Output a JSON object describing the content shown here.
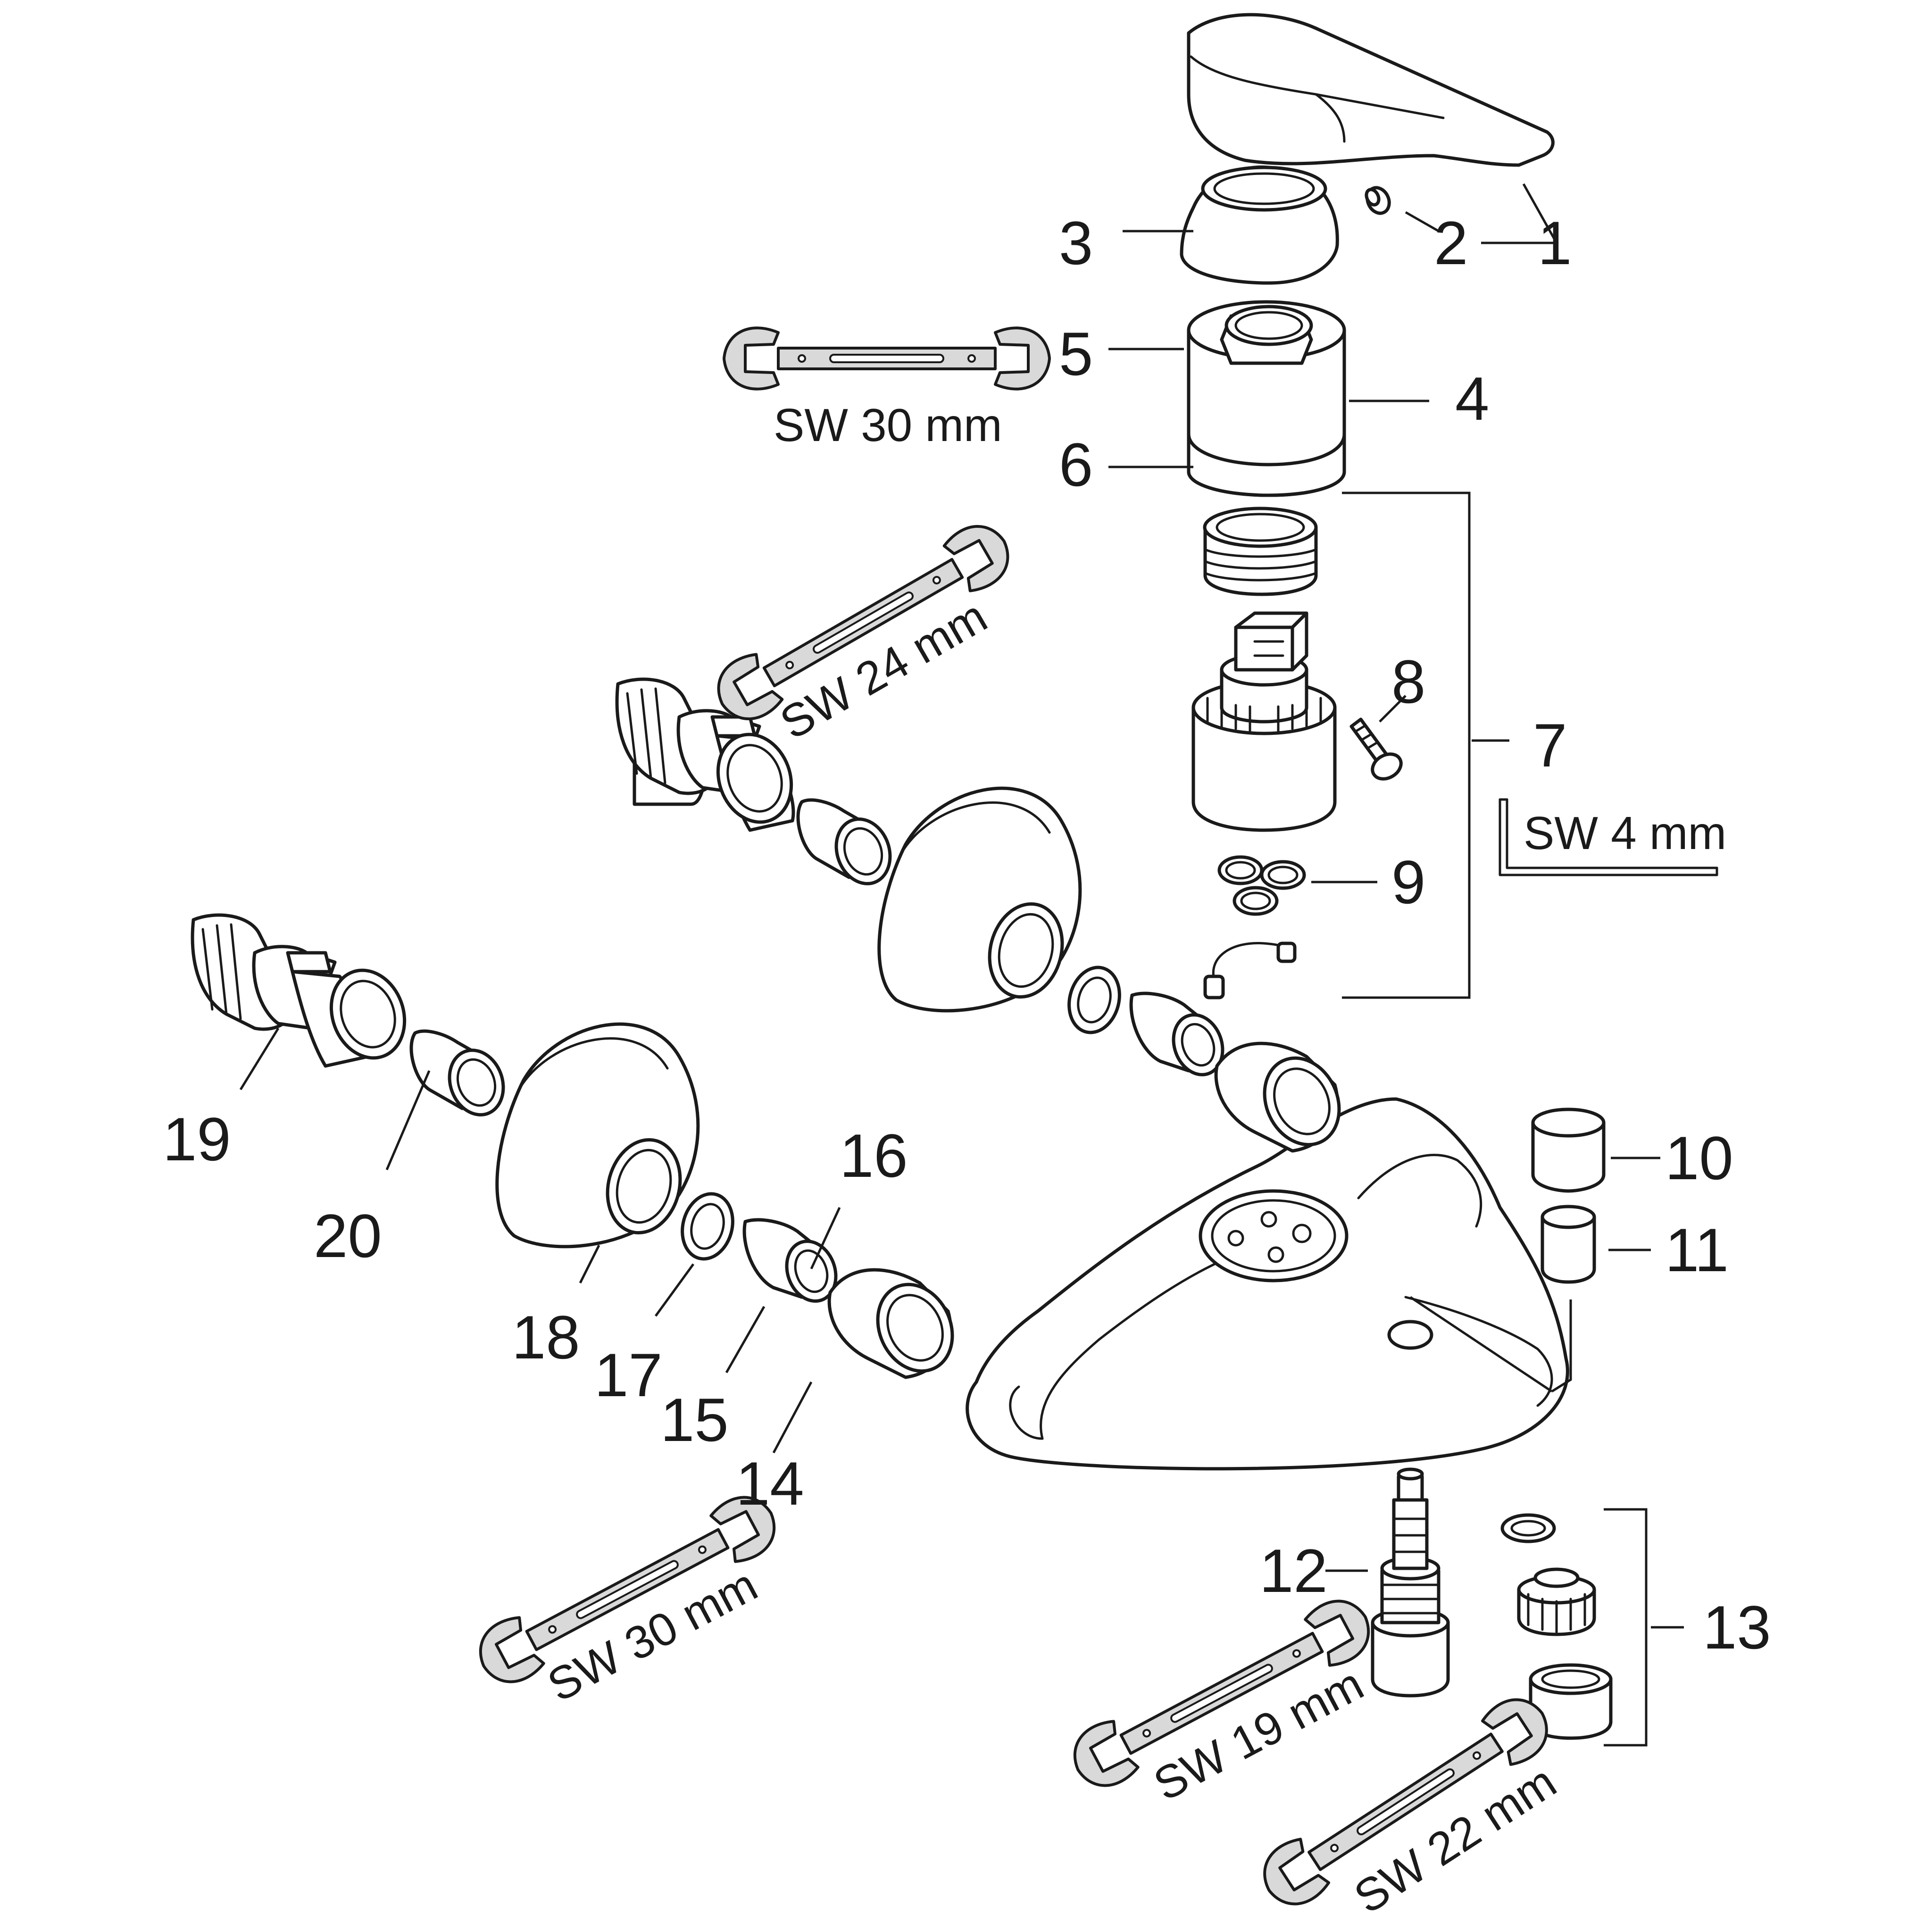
{
  "callouts": {
    "c1": "1",
    "c2": "2",
    "c3": "3",
    "c4": "4",
    "c5": "5",
    "c6": "6",
    "c7": "7",
    "c8": "8",
    "c9": "9",
    "c10": "10",
    "c11": "11",
    "c12": "12",
    "c13": "13",
    "c14": "14",
    "c15": "15",
    "c16": "16",
    "c17": "17",
    "c18": "18",
    "c19": "19",
    "c20": "20"
  },
  "tools": {
    "sw30_top": "SW 30 mm",
    "sw24": "SW 24 mm",
    "sw4": "SW 4 mm",
    "sw30_bottom": "SW 30 mm",
    "sw19": "SW 19 mm",
    "sw22": "SW 22 mm"
  },
  "icons": [
    "open-end-wrench-icon",
    "hex-key-icon"
  ]
}
